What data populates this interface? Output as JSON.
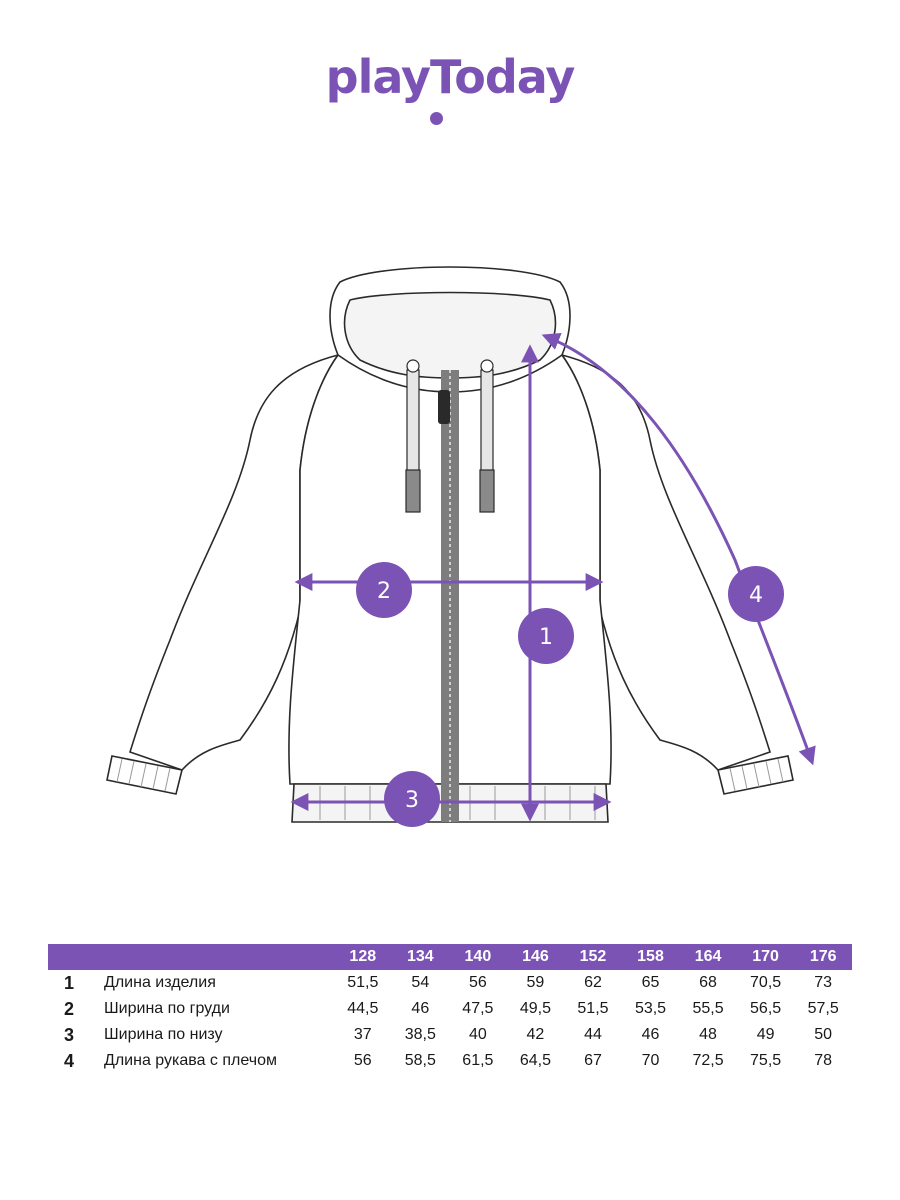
{
  "brand": {
    "logo_text": "playToday",
    "color": "#7b53b4"
  },
  "diagram": {
    "markers": [
      {
        "number": "1"
      },
      {
        "number": "2"
      },
      {
        "number": "3"
      },
      {
        "number": "4"
      }
    ]
  },
  "table": {
    "sizes": [
      "128",
      "134",
      "140",
      "146",
      "152",
      "158",
      "164",
      "170",
      "176"
    ],
    "rows": [
      {
        "number": "1",
        "label": "Длина изделия",
        "values": [
          "51,5",
          "54",
          "56",
          "59",
          "62",
          "65",
          "68",
          "70,5",
          "73"
        ]
      },
      {
        "number": "2",
        "label": "Ширина по груди",
        "values": [
          "44,5",
          "46",
          "47,5",
          "49,5",
          "51,5",
          "53,5",
          "55,5",
          "56,5",
          "57,5"
        ]
      },
      {
        "number": "3",
        "label": "Ширина по низу",
        "values": [
          "37",
          "38,5",
          "40",
          "42",
          "44",
          "46",
          "48",
          "49",
          "50"
        ]
      },
      {
        "number": "4",
        "label": "Длина рукава с плечом",
        "values": [
          "56",
          "58,5",
          "61,5",
          "64,5",
          "67",
          "70",
          "72,5",
          "75,5",
          "78"
        ]
      }
    ]
  }
}
